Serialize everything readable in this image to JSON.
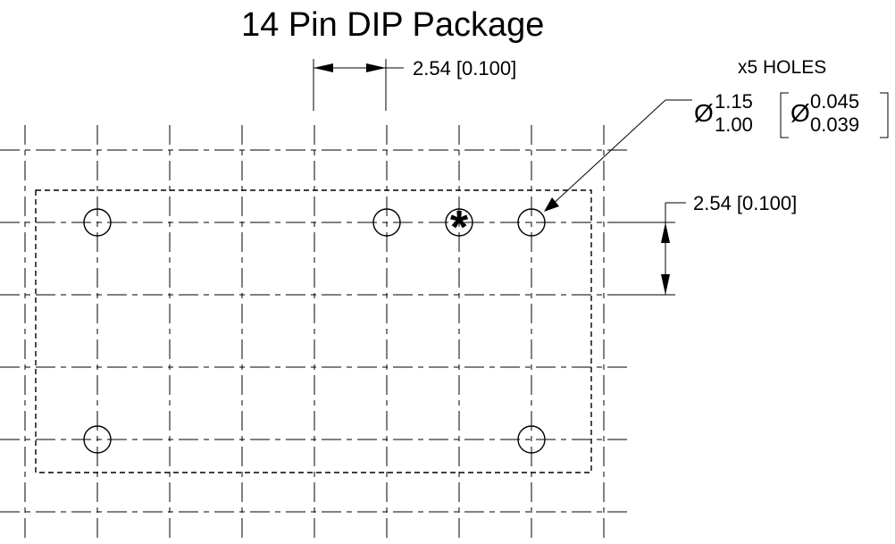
{
  "title": "14  Pin DIP Package",
  "pitch_horizontal": "2.54 [0.100]",
  "pitch_vertical": "2.54 [0.100]",
  "holes": {
    "count_label": "x5 HOLES",
    "diameter_symbol": "Ø",
    "mm_max": "1.15",
    "mm_min": "1.00",
    "in_max": "0.045",
    "in_min": "0.039"
  },
  "marker_symbol": "*",
  "layout": {
    "grid_columns": 9,
    "grid_rows": 6,
    "holes_at": [
      [
        1,
        1
      ],
      [
        5,
        1
      ],
      [
        7,
        1
      ],
      [
        1,
        4
      ],
      [
        7,
        4
      ]
    ],
    "pin1_marker_at": [
      6,
      1
    ]
  }
}
